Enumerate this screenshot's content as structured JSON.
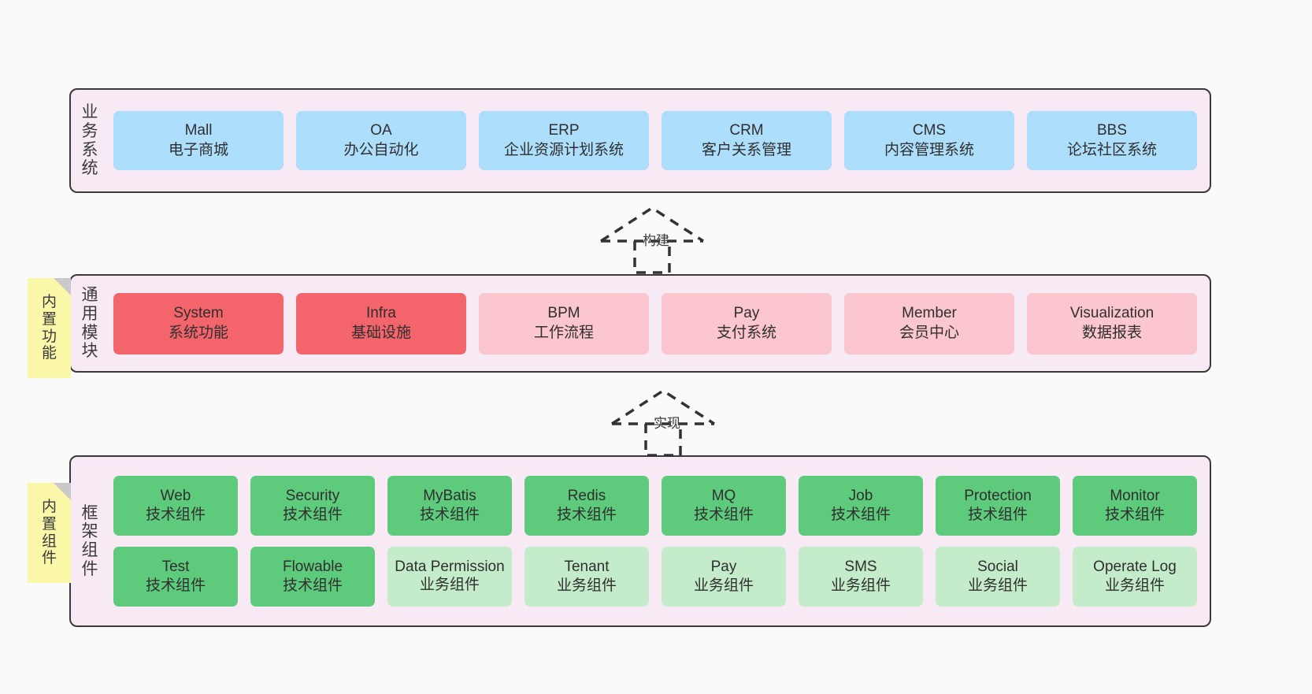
{
  "diagram": {
    "background_color": "#fafafa",
    "panel_fill": "#f8eaf4",
    "panel_border": "#3a3a3a",
    "layers": [
      {
        "id": "business-system",
        "title": "业务系统",
        "rows": [
          {
            "cards": [
              {
                "name": "Mall",
                "sub": "电子商城",
                "color": "#addefb",
                "variant": "c-blue"
              },
              {
                "name": "OA",
                "sub": "办公自动化",
                "color": "#addefb",
                "variant": "c-blue"
              },
              {
                "name": "ERP",
                "sub": "企业资源计划系统",
                "color": "#addefb",
                "variant": "c-blue"
              },
              {
                "name": "CRM",
                "sub": "客户关系管理",
                "color": "#addefb",
                "variant": "c-blue"
              },
              {
                "name": "CMS",
                "sub": "内容管理系统",
                "color": "#addefb",
                "variant": "c-blue"
              },
              {
                "name": "BBS",
                "sub": "论坛社区系统",
                "color": "#addefb",
                "variant": "c-blue"
              }
            ]
          }
        ]
      },
      {
        "id": "common-module",
        "title": "通用模块",
        "sticky": "内置功能",
        "rows": [
          {
            "cards": [
              {
                "name": "System",
                "sub": "系统功能",
                "color": "#f4646b",
                "variant": "c-red"
              },
              {
                "name": "Infra",
                "sub": "基础设施",
                "color": "#f4646b",
                "variant": "c-red"
              },
              {
                "name": "BPM",
                "sub": "工作流程",
                "color": "#fbc6cd",
                "variant": "c-pink"
              },
              {
                "name": "Pay",
                "sub": "支付系统",
                "color": "#fbc6cd",
                "variant": "c-pink"
              },
              {
                "name": "Member",
                "sub": "会员中心",
                "color": "#fbc6cd",
                "variant": "c-pink"
              },
              {
                "name": "Visualization",
                "sub": "数据报表",
                "color": "#fbc6cd",
                "variant": "c-pink"
              }
            ]
          }
        ]
      },
      {
        "id": "framework-component",
        "title": "框架组件",
        "sticky": "内置组件",
        "rows": [
          {
            "cards": [
              {
                "name": "Web",
                "sub": "技术组件",
                "color": "#5ecb7c",
                "variant": "c-green"
              },
              {
                "name": "Security",
                "sub": "技术组件",
                "color": "#5ecb7c",
                "variant": "c-green"
              },
              {
                "name": "MyBatis",
                "sub": "技术组件",
                "color": "#5ecb7c",
                "variant": "c-green"
              },
              {
                "name": "Redis",
                "sub": "技术组件",
                "color": "#5ecb7c",
                "variant": "c-green"
              },
              {
                "name": "MQ",
                "sub": "技术组件",
                "color": "#5ecb7c",
                "variant": "c-green"
              },
              {
                "name": "Job",
                "sub": "技术组件",
                "color": "#5ecb7c",
                "variant": "c-green"
              },
              {
                "name": "Protection",
                "sub": "技术组件",
                "color": "#5ecb7c",
                "variant": "c-green"
              },
              {
                "name": "Monitor",
                "sub": "技术组件",
                "color": "#5ecb7c",
                "variant": "c-green"
              }
            ]
          },
          {
            "cards": [
              {
                "name": "Test",
                "sub": "技术组件",
                "color": "#5ecb7c",
                "variant": "c-green"
              },
              {
                "name": "Flowable",
                "sub": "技术组件",
                "color": "#5ecb7c",
                "variant": "c-green"
              },
              {
                "name": "Data Permission",
                "sub": "业务组件",
                "color": "#c5ecca",
                "variant": "c-green-light",
                "wrap": true
              },
              {
                "name": "Tenant",
                "sub": "业务组件",
                "color": "#c5ecca",
                "variant": "c-green-light"
              },
              {
                "name": "Pay",
                "sub": "业务组件",
                "color": "#c5ecca",
                "variant": "c-green-light"
              },
              {
                "name": "SMS",
                "sub": "业务组件",
                "color": "#c5ecca",
                "variant": "c-green-light"
              },
              {
                "name": "Social",
                "sub": "业务组件",
                "color": "#c5ecca",
                "variant": "c-green-light"
              },
              {
                "name": "Operate Log",
                "sub": "业务组件",
                "color": "#c5ecca",
                "variant": "c-green-light"
              }
            ]
          }
        ]
      }
    ],
    "arrows": [
      {
        "id": "arrow-build",
        "label": "构建",
        "style": "dashed-hollow-triangle",
        "direction": "up"
      },
      {
        "id": "arrow-implement",
        "label": "实现",
        "style": "dashed-hollow-triangle",
        "direction": "up"
      }
    ],
    "sticky_note": {
      "fill": "#fbf7a8",
      "fold_color": "#c9c9c9"
    }
  }
}
